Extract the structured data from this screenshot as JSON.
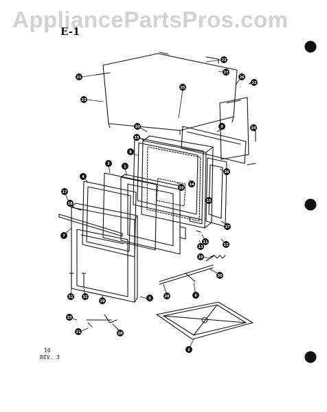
{
  "watermark": "AppliancePartsPros.com",
  "section_label": "E-1",
  "footer": {
    "page": "10",
    "revision": "REV. 3"
  },
  "callouts": [
    {
      "id": "c22",
      "label": "22"
    },
    {
      "id": "c21a",
      "label": "21"
    },
    {
      "id": "c23a",
      "label": "23"
    },
    {
      "id": "c25a",
      "label": "25"
    },
    {
      "id": "c27a",
      "label": "27"
    },
    {
      "id": "c26a",
      "label": "26"
    },
    {
      "id": "c22b",
      "label": "22"
    },
    {
      "id": "c24",
      "label": "24"
    },
    {
      "id": "c10",
      "label": "10"
    },
    {
      "id": "c15a",
      "label": "15"
    },
    {
      "id": "c9",
      "label": "9"
    },
    {
      "id": "c26b",
      "label": "26"
    },
    {
      "id": "c8",
      "label": "8"
    },
    {
      "id": "c16",
      "label": "16"
    },
    {
      "id": "c14",
      "label": "14"
    },
    {
      "id": "c15b",
      "label": "15"
    },
    {
      "id": "c3",
      "label": "3"
    },
    {
      "id": "c1",
      "label": "1"
    },
    {
      "id": "c4",
      "label": "4"
    },
    {
      "id": "c17",
      "label": "17"
    },
    {
      "id": "c18",
      "label": "18"
    },
    {
      "id": "c7",
      "label": "7"
    },
    {
      "id": "c27b",
      "label": "27"
    },
    {
      "id": "c11",
      "label": "11"
    },
    {
      "id": "c12",
      "label": "12"
    },
    {
      "id": "c13",
      "label": "13"
    },
    {
      "id": "c19",
      "label": "19"
    },
    {
      "id": "c30",
      "label": "30"
    },
    {
      "id": "c5",
      "label": "5"
    },
    {
      "id": "c20",
      "label": "20"
    },
    {
      "id": "c6",
      "label": "6"
    },
    {
      "id": "c31",
      "label": "31"
    },
    {
      "id": "c32",
      "label": "32"
    },
    {
      "id": "c29",
      "label": "29"
    },
    {
      "id": "c33",
      "label": "33"
    },
    {
      "id": "c21b",
      "label": "21"
    },
    {
      "id": "c28",
      "label": "28"
    },
    {
      "id": "c2",
      "label": "2"
    }
  ]
}
